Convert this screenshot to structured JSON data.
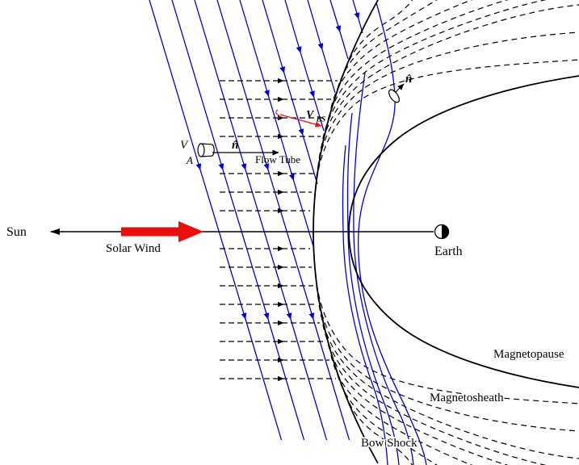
{
  "figure": {
    "labels": {
      "sun": "Sun",
      "solar_wind": "Solar Wind",
      "earth": "Earth",
      "velocity": "V",
      "area": "A",
      "normal": "n̂",
      "normal_shock": "n̂",
      "flow_tube": "Flow Tube",
      "v_bs": {
        "main": "V",
        "sub": "BS"
      },
      "magnetopause": "Magnetopause",
      "magnetosheath": "Magnetosheath",
      "bow_shock": "Bow Shock"
    },
    "colors": {
      "field_line_blue": "#0000d0",
      "arrow_red": "#e8100c",
      "line_black": "#000000",
      "background": "#ffffff"
    }
  }
}
